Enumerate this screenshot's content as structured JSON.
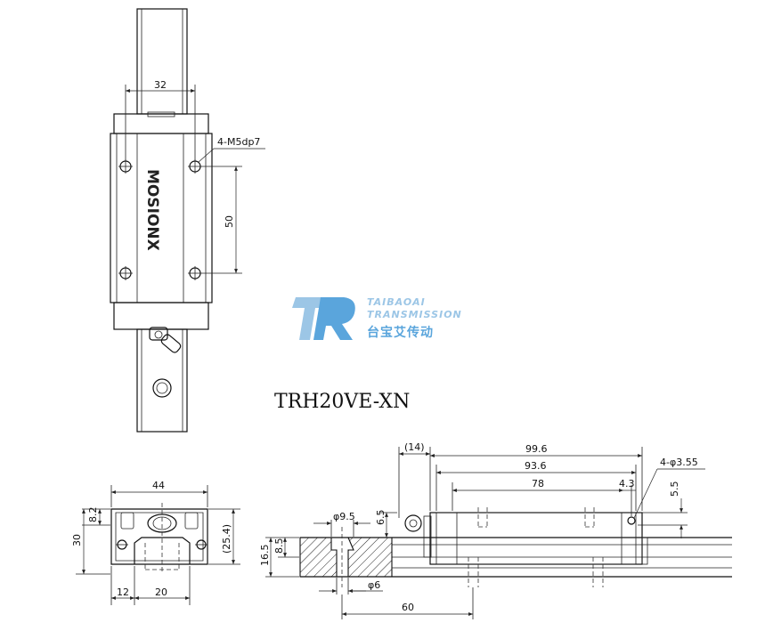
{
  "model": "TRH20VE-XN",
  "brand": "MOSIONX",
  "watermark": {
    "line1": "TAIBAOAI",
    "line2": "TRANSMISSION",
    "chinese": "台宝艾传动",
    "colors": {
      "light": "#9cc6e6",
      "dark": "#5aa5dc"
    }
  },
  "dimensions": {
    "top_width": "32",
    "bolt_spec": "4-M5dp7",
    "hole_spacing": "50",
    "front_width": "44",
    "front_top": "8.2",
    "front_height": "30",
    "front_inner": "(25.4)",
    "rail_offset": "12",
    "rail_width": "20",
    "side_overhang": "(14)",
    "length_total": "99.6",
    "length_body": "93.6",
    "length_holes": "78",
    "hole_offset": "4.3",
    "hole_dia": "4-φ3.55",
    "hole_height": "5.5",
    "counterbore": "φ9.5",
    "cb_depth": "6.5",
    "rail_hole_depth": "8.5",
    "rail_height": "16.5",
    "through_hole": "φ6",
    "rail_pitch": "60"
  }
}
